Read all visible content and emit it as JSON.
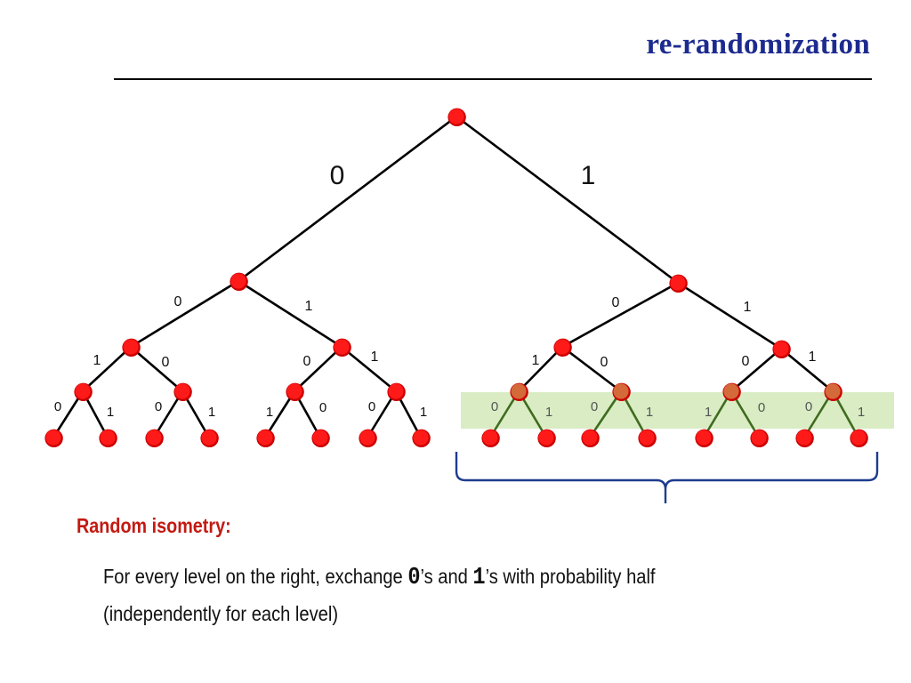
{
  "slide": {
    "title": "re-randomization"
  },
  "diagram": {
    "colors": {
      "node": "#ff1a1a",
      "edge": "#000000",
      "highlight_band": "#d9ecc4",
      "brace": "#1d3b8f"
    },
    "root_labels": {
      "left": "0",
      "right": "1"
    },
    "left_subtree": {
      "level1": {
        "left": "0",
        "right": "1"
      },
      "level2": [
        {
          "left": "1",
          "right": "0"
        },
        {
          "left": "0",
          "right": "1"
        }
      ],
      "level3": [
        {
          "left": "0",
          "right": "1"
        },
        {
          "left": "0",
          "right": "1"
        },
        {
          "left": "1",
          "right": "0"
        },
        {
          "left": "0",
          "right": "1"
        }
      ]
    },
    "right_subtree": {
      "level1": {
        "left": "0",
        "right": "1"
      },
      "level2": [
        {
          "left": "1",
          "right": "0"
        },
        {
          "left": "0",
          "right": "1"
        }
      ],
      "level3": [
        {
          "left": "0",
          "right": "1"
        },
        {
          "left": "0",
          "right": "1"
        },
        {
          "left": "1",
          "right": "0"
        },
        {
          "left": "0",
          "right": "1"
        }
      ]
    }
  },
  "text": {
    "heading": "Random isometry:",
    "line_prefix": "For every level on the right, exchange ",
    "sym0": "0",
    "mid": "’s and ",
    "sym1": "1",
    "suffix": "’s with probability half",
    "line2": "(independently for each level)"
  }
}
